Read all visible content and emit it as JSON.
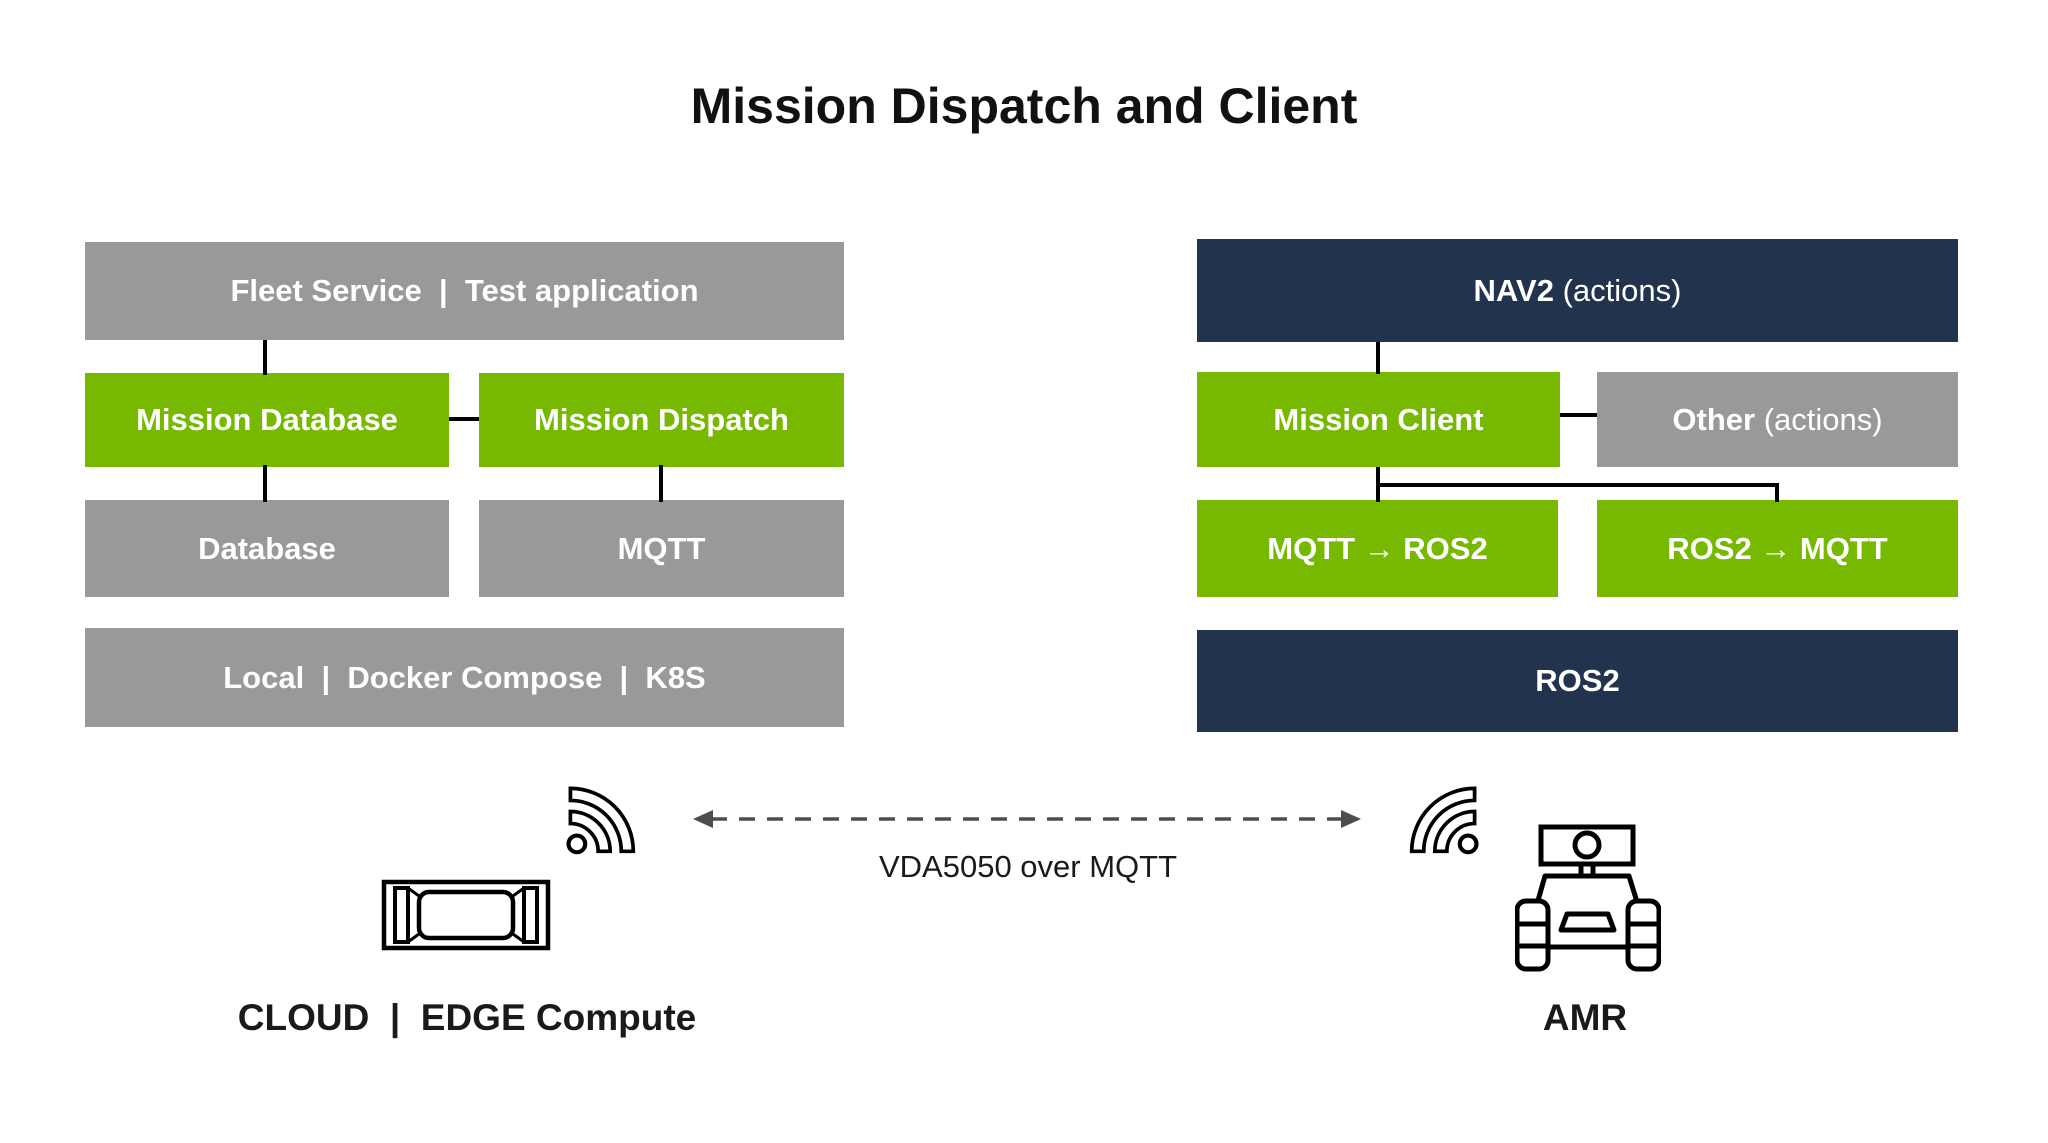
{
  "title": "Mission Dispatch and Client",
  "colors": {
    "green": "#76b900",
    "navy": "#22334d",
    "gray": "#999999",
    "connector_black": "#000000",
    "arrow_gray": "#4d4d4d",
    "box_text": "#ffffff",
    "text": "#1a1a1a"
  },
  "left_stack": {
    "fleet_service": "Fleet Service  |  Test application",
    "mission_database": "Mission Database",
    "mission_dispatch": "Mission Dispatch",
    "database": "Database",
    "mqtt": "MQTT",
    "platforms": "Local  |  Docker Compose  |  K8S"
  },
  "right_stack": {
    "nav2": "NAV2",
    "nav2_suffix": " (actions)",
    "mission_client": "Mission Client",
    "other": "Other",
    "other_suffix": " (actions)",
    "mqtt_to_ros2": "MQTT → ROS2",
    "ros2_to_mqtt": "ROS2 → MQTT",
    "ros2": "ROS2"
  },
  "bottom": {
    "link_label": "VDA5050 over MQTT",
    "cloud_label": "CLOUD  |  EDGE Compute",
    "amr_label": "AMR",
    "icons": [
      "wifi-icon",
      "server-icon",
      "wifi-icon-mirrored",
      "amr-robot-icon"
    ]
  }
}
